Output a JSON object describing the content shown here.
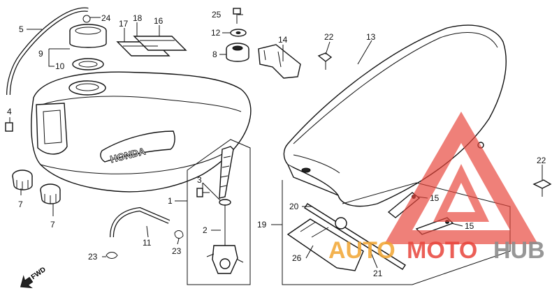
{
  "diagram": {
    "brand_on_tank": "HONDA",
    "fwd_marker": "FWD",
    "callouts": [
      {
        "id": "c24",
        "text": "24"
      },
      {
        "id": "c18",
        "text": "18"
      },
      {
        "id": "c17",
        "text": "17"
      },
      {
        "id": "c16",
        "text": "16"
      },
      {
        "id": "c25",
        "text": "25"
      },
      {
        "id": "c12",
        "text": "12"
      },
      {
        "id": "c8",
        "text": "8"
      },
      {
        "id": "c14",
        "text": "14"
      },
      {
        "id": "c22a",
        "text": "22"
      },
      {
        "id": "c13",
        "text": "13"
      },
      {
        "id": "c5",
        "text": "5"
      },
      {
        "id": "c9",
        "text": "9"
      },
      {
        "id": "c10",
        "text": "10"
      },
      {
        "id": "c4",
        "text": "4"
      },
      {
        "id": "c7a",
        "text": "7"
      },
      {
        "id": "c7b",
        "text": "7"
      },
      {
        "id": "c3",
        "text": "3"
      },
      {
        "id": "c1",
        "text": "1"
      },
      {
        "id": "c2",
        "text": "2"
      },
      {
        "id": "c11",
        "text": "11"
      },
      {
        "id": "c23a",
        "text": "23"
      },
      {
        "id": "c23b",
        "text": "23"
      },
      {
        "id": "c22b",
        "text": "22"
      },
      {
        "id": "c15a",
        "text": "15"
      },
      {
        "id": "c15b",
        "text": "15"
      },
      {
        "id": "c20",
        "text": "20"
      },
      {
        "id": "c19",
        "text": "19"
      },
      {
        "id": "c26",
        "text": "26"
      },
      {
        "id": "c21",
        "text": "21"
      }
    ]
  },
  "watermark": {
    "text_auto": "AUTO",
    "text_moto": "MOTO",
    "text_hub": "HUB",
    "color_red": "#e8443a",
    "color_orange": "#f2a531",
    "color_gray": "#8c8c8c"
  }
}
